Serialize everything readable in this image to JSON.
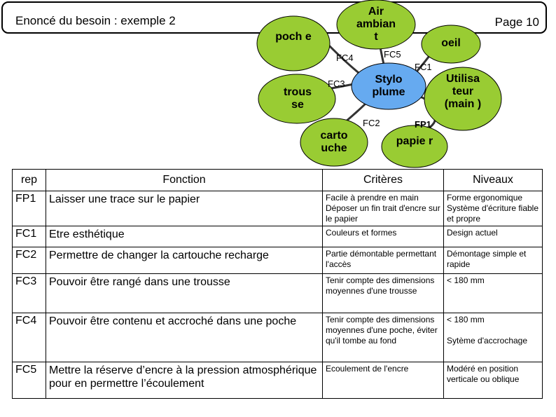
{
  "header": {
    "title": "Enoncé du besoin : exemple 2",
    "page": "Page 10"
  },
  "diagram": {
    "center": "Stylo plume",
    "nodes": {
      "poche": "poch e",
      "air": "Air ambian t",
      "oeil": "oeil",
      "trousse": "trous se",
      "utilisateur": "Utilisa teur (main )",
      "cartouche": "carto uche",
      "papier": "papie r"
    },
    "labels": {
      "fc1": "FC1",
      "fc2": "FC2",
      "fc3": "FC3",
      "fc4": "FC4",
      "fc5": "FC5",
      "fp1": "FP1"
    },
    "colors": {
      "node_fill": "#99cc33",
      "center_fill": "#66aaf0"
    }
  },
  "table": {
    "headers": [
      "rep",
      "Fonction",
      "Critères",
      "Niveaux"
    ],
    "rows": [
      {
        "rep": "FP1",
        "fonction": "Laisser une trace sur le papier",
        "criteres": "Facile à prendre en main Déposer un fin trait d'encre sur le papier",
        "niveaux": "Forme ergonomique Système d'écriture fiable et propre"
      },
      {
        "rep": "FC1",
        "fonction": "Etre esthétique",
        "criteres": "Couleurs et formes",
        "niveaux": "Design actuel"
      },
      {
        "rep": "FC2",
        "fonction": "Permettre de changer la cartouche recharge",
        "criteres": "Partie démontable permettant l'accès",
        "niveaux": "Démontage simple et rapide"
      },
      {
        "rep": "FC3",
        "fonction": "Pouvoir être rangé dans une trousse",
        "criteres": "Tenir compte des dimensions moyennes d'une trousse",
        "niveaux": "< 180 mm"
      },
      {
        "rep": "FC4",
        "fonction": "Pouvoir être contenu et accroché dans une poche",
        "criteres": "Tenir compte des dimensions moyennes d'une poche, éviter qu'il tombe au fond",
        "niveaux": "< 180 mm\n\nSytème d'accrochage"
      },
      {
        "rep": "FC5",
        "fonction": "Mettre la réserve d’encre à la pression atmosphérique pour en permettre l’écoulement",
        "criteres": "Ecoulement de l'encre",
        "niveaux": "Modéré en position verticale ou oblique"
      }
    ]
  }
}
